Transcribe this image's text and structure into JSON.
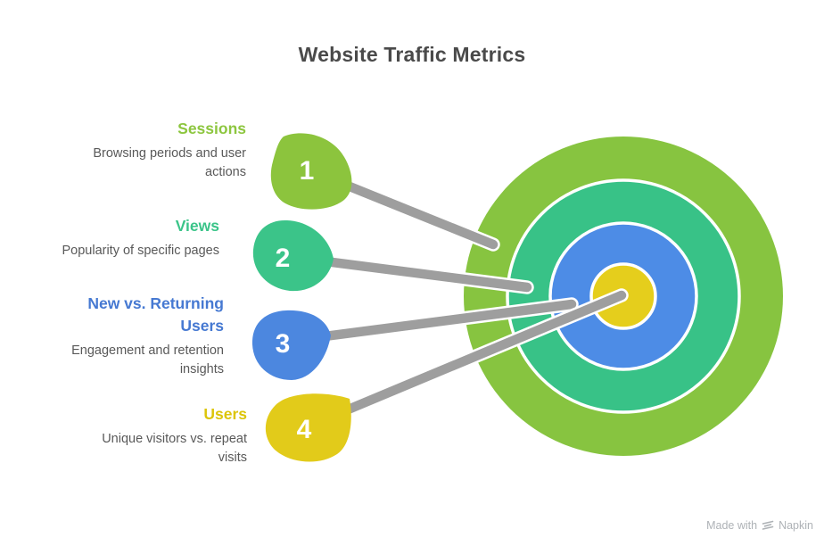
{
  "title": "Website Traffic Metrics",
  "items": [
    {
      "number": "1",
      "label": "Sessions",
      "description": "Browsing periods and user actions",
      "label_color": "#8dc63f",
      "shape_color": "#8cc43d"
    },
    {
      "number": "2",
      "label": "Views",
      "description": "Popularity of specific pages",
      "label_color": "#3bc489",
      "shape_color": "#3bc489"
    },
    {
      "number": "3",
      "label": "New vs. Returning Users",
      "description": "Engagement and retention insights",
      "label_color": "#4679d2",
      "shape_color": "#4c87df"
    },
    {
      "number": "4",
      "label": "Users",
      "description": "Unique visitors vs. repeat visits",
      "label_color": "#dcc50a",
      "shape_color": "#e2cb1a"
    }
  ],
  "target": {
    "rings": [
      {
        "name": "sessions-outer-ring",
        "color": "#87c440"
      },
      {
        "name": "views-ring",
        "color": "#38c287"
      },
      {
        "name": "new-vs-returning-ring",
        "color": "#4d8ce6"
      },
      {
        "name": "users-bullseye",
        "color": "#e5ce1c"
      }
    ],
    "connector_color": "#9e9e9e"
  },
  "watermark": {
    "prefix": "Made with",
    "brand": "Napkin"
  }
}
